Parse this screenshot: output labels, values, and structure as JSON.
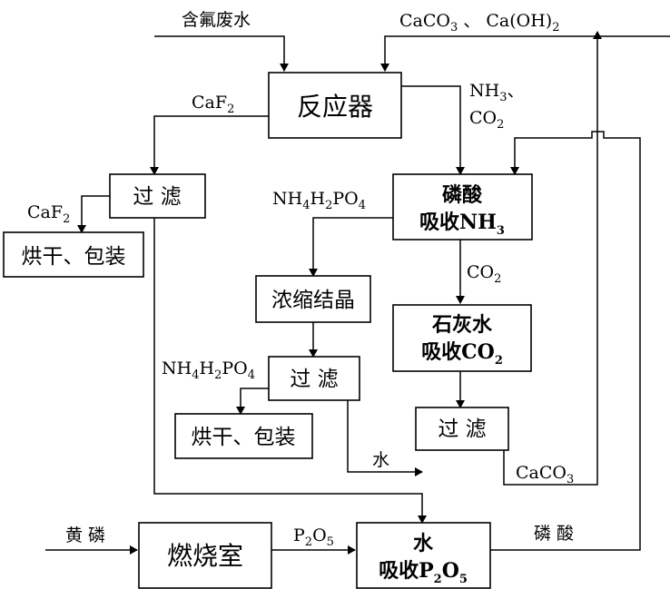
{
  "boxes": {
    "reactor": "反应器",
    "filter1": "过 滤",
    "dry_pack1": "烘干、包装",
    "phosphoric_absorb_line1": "磷酸",
    "phosphoric_absorb_line2": "吸收NH",
    "phosphoric_absorb_line2_sub": "3",
    "concentrate": "浓缩结晶",
    "filter2": "过 滤",
    "dry_pack2": "烘干、包装",
    "limewater_line1": "石灰水",
    "limewater_line2": "吸收CO",
    "limewater_line2_sub": "2",
    "filter3": "过 滤",
    "furnace": "燃烧室",
    "water_absorb_line1": "水",
    "water_absorb_line2": "吸收P",
    "water_absorb_line2_sub1": "2",
    "water_absorb_line2_mid": "O",
    "water_absorb_line2_sub2": "5"
  },
  "labels": {
    "fluoride_water": "含氟废水",
    "caco3_caoh2_a": "CaCO",
    "caco3_caoh2_sub3": "3",
    "caco3_caoh2_b": " 、 Ca(OH)",
    "caco3_caoh2_sub2": "2",
    "caf2_top": "CaF",
    "caf2_top_sub": "2",
    "nh3": "NH",
    "nh3_sub": "3",
    "nh3_comma": "、",
    "co2_top": "CO",
    "co2_top_sub": "2",
    "caf2_left": "CaF",
    "caf2_left_sub": "2",
    "nh4h2po4_a": "NH",
    "nh4h2po4_a_sub1": "4",
    "nh4h2po4_a_h": "H",
    "nh4h2po4_a_sub2": "2",
    "nh4h2po4_a_po": "PO",
    "nh4h2po4_a_sub3": "4",
    "co2_mid": "CO",
    "co2_mid_sub": "2",
    "nh4h2po4_b": "NH",
    "nh4h2po4_b_sub1": "4",
    "nh4h2po4_b_h": "H",
    "nh4h2po4_b_sub2": "2",
    "nh4h2po4_b_po": "PO",
    "nh4h2po4_b_sub3": "4",
    "water": "水",
    "caco3_right": "CaCO",
    "caco3_right_sub": "3",
    "yellow_phosphorus": "黄 磷",
    "p2o5_a": "P",
    "p2o5_sub1": "2",
    "p2o5_b": "O",
    "p2o5_sub2": "5",
    "phosphoric_acid": "磷 酸"
  }
}
